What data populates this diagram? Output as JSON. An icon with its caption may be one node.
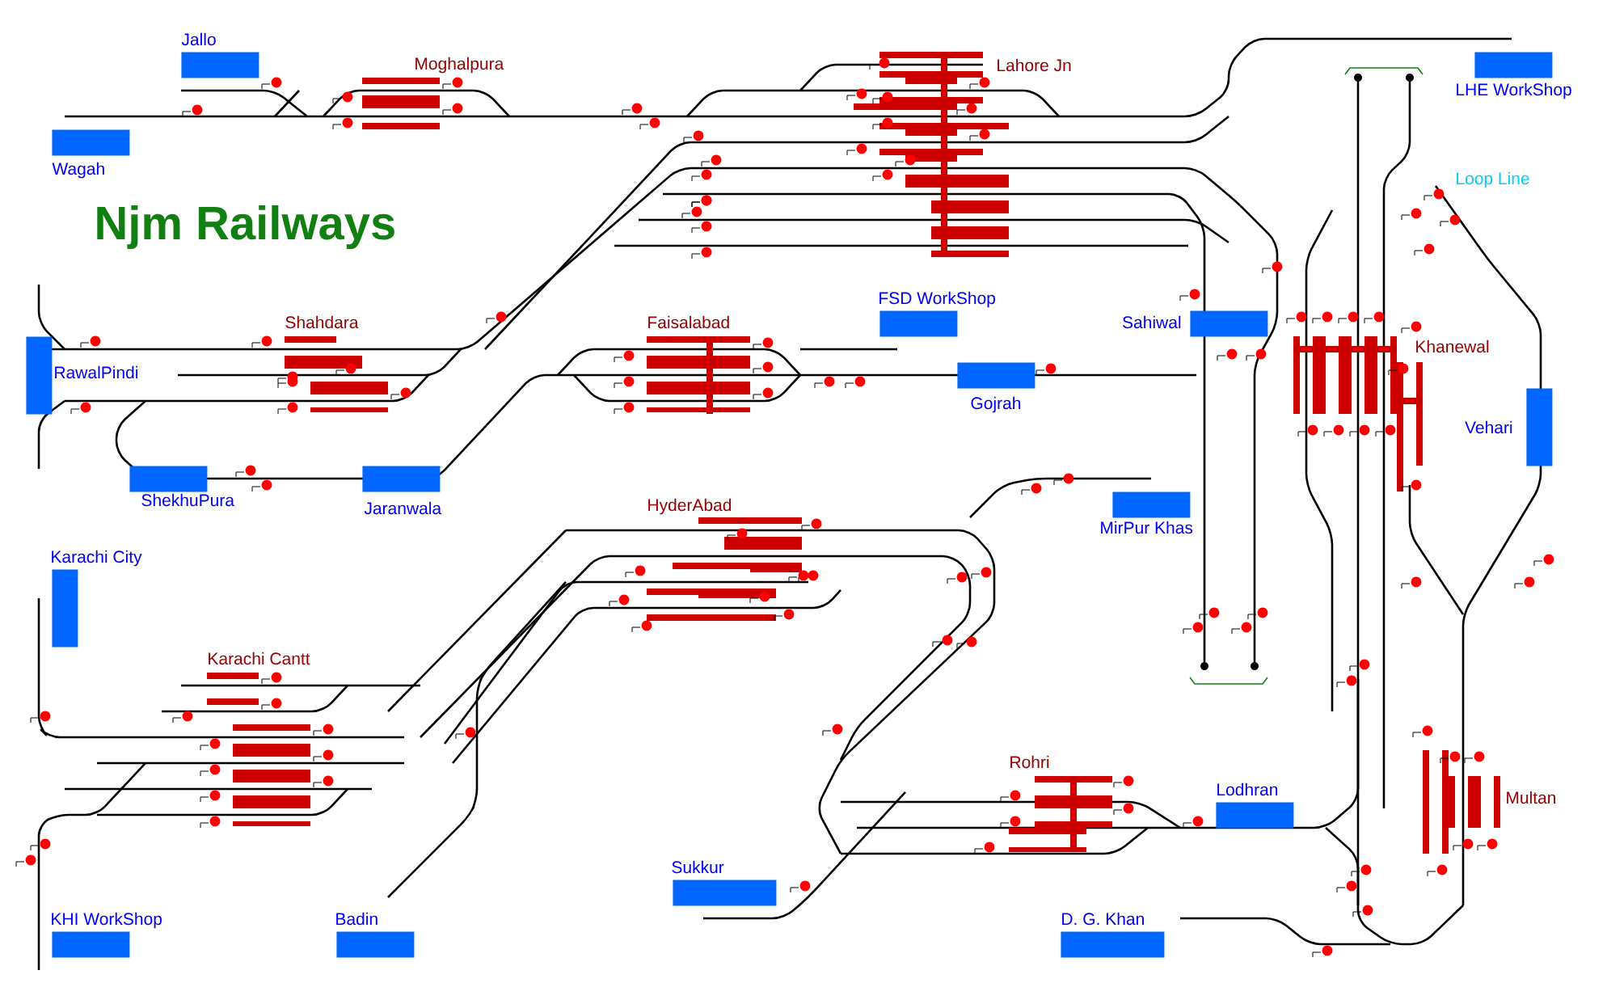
{
  "diagram": {
    "title": "Njm Railways",
    "nodes": [
      {
        "text": [
          "Jallo"
        ]
      },
      {
        "text": [
          "Wagah"
        ]
      },
      {
        "text": [
          "LHE WorkShop"
        ]
      },
      {
        "text": [
          "FSD WorkShop"
        ]
      },
      {
        "text": [
          "Sahiwal"
        ]
      },
      {
        "text": [
          "Gojrah"
        ]
      },
      {
        "text": [
          "RawalPindi"
        ]
      },
      {
        "text": [
          "ShekhuPura"
        ]
      },
      {
        "text": [
          "Jaranwala"
        ]
      },
      {
        "text": [
          "MirPur Khas"
        ]
      },
      {
        "text": [
          "Karachi City"
        ]
      },
      {
        "text": [
          "Vehari"
        ]
      },
      {
        "text": [
          "KHI WorkShop"
        ]
      },
      {
        "text": [
          "Badin"
        ]
      },
      {
        "text": [
          "Sukkur"
        ]
      },
      {
        "text": [
          "Lodhran"
        ]
      },
      {
        "text": [
          "D. G. Khan"
        ]
      }
    ],
    "labels": [
      "Moghalpura",
      "Lahore Jn",
      "Loop Line",
      "Shahdara",
      "Faisalabad",
      "Khanewal",
      "HyderAbad",
      "Karachi Cantt",
      "Rohri",
      "Multan"
    ]
  }
}
